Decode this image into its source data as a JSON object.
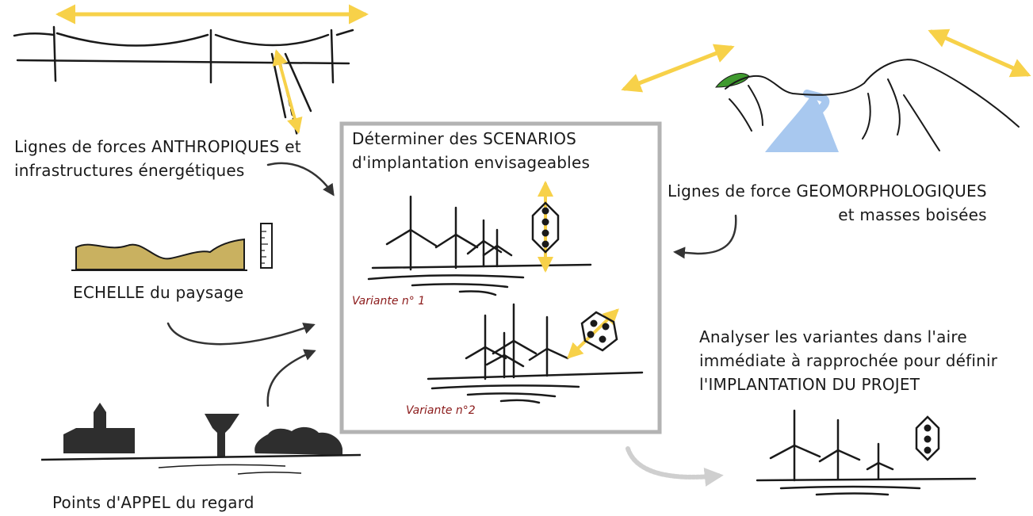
{
  "labels": {
    "anthropic_line1": "Lignes de forces ANTHROPIQUES et",
    "anthropic_line2": "infrastructures énergétiques",
    "scenario_line1": "Déterminer des SCENARIOS",
    "scenario_line2": "d'implantation envisageables",
    "geomorph_line1": "Lignes de force GEOMORPHOLOGIQUES",
    "geomorph_line2": "et masses boisées",
    "scale": "ECHELLE du paysage",
    "appeal": "Points d'APPEL du regard",
    "analyse_line1": "Analyser les variantes dans l'aire",
    "analyse_line2": "immédiate à rapprochée pour définir",
    "analyse_line3": "l'IMPLANTATION DU PROJET",
    "variant1": "Variante n° 1",
    "variant2": "Variante n°2"
  },
  "colors": {
    "accent_yellow": "#f7d149",
    "terrain_ochre": "#c9b160",
    "forest_green": "#3f9a2e",
    "river_blue": "#a8c8ef",
    "box_gray": "#b3b3b3",
    "variant_red": "#8b1a1a",
    "ink": "#1a1a1a"
  }
}
